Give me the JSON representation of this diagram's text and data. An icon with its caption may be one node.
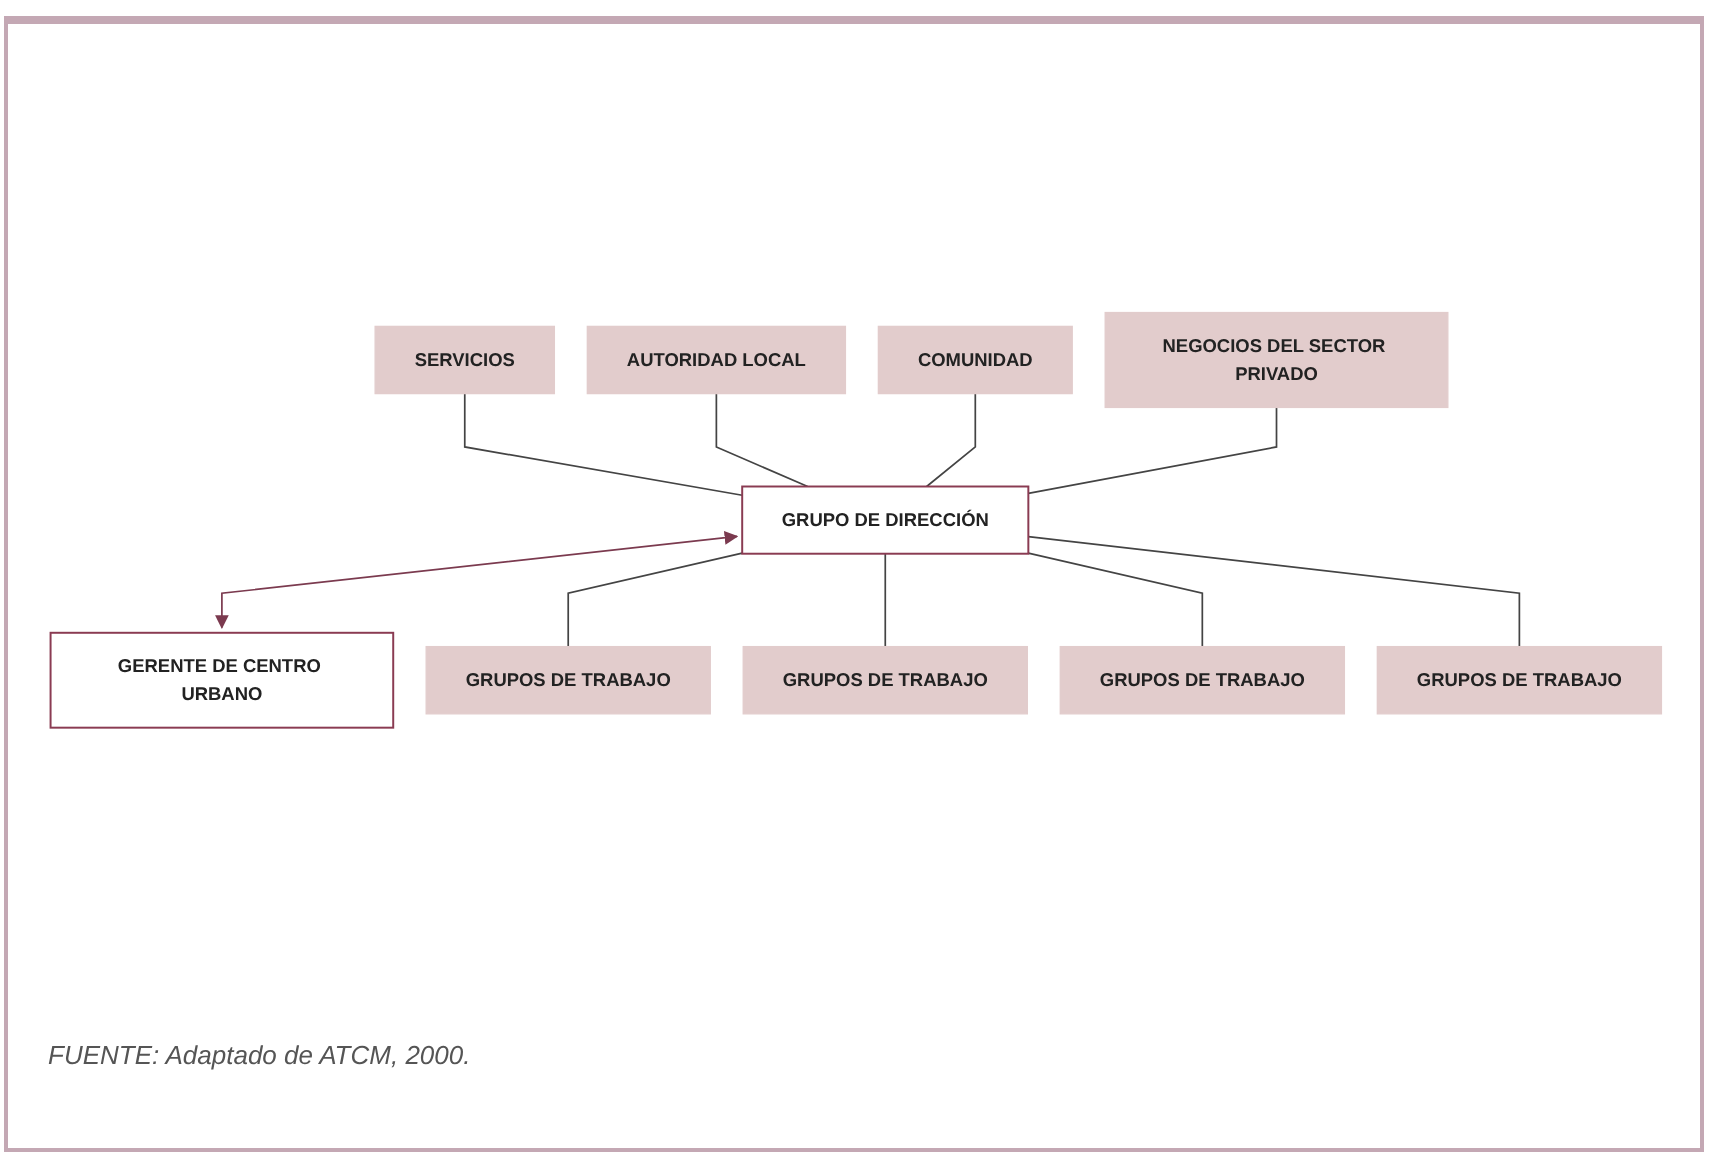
{
  "diagram": {
    "caption": "FUENTE: Adaptado de ATCM, 2000.",
    "nodes": [
      {
        "text": [
          "SERVICIOS"
        ]
      },
      {
        "text": [
          "AUTORIDAD LOCAL"
        ]
      },
      {
        "text": [
          "COMUNIDAD"
        ]
      },
      {
        "text": [
          "NEGOCIOS DEL SECTOR PRIVADO"
        ]
      },
      {
        "text": [
          "GRUPO DE DIRECCIÓN"
        ]
      },
      {
        "text": [
          "GERENTE DE CENTRO URBANO"
        ]
      },
      {
        "text": [
          "GRUPOS DE TRABAJO"
        ]
      },
      {
        "text": [
          "GRUPOS DE TRABAJO"
        ]
      },
      {
        "text": [
          "GRUPOS DE TRABAJO"
        ]
      },
      {
        "text": [
          "GRUPOS DE TRABAJO"
        ]
      }
    ],
    "edges": [
      {
        "from": 0,
        "to": 4,
        "arrow": "none"
      },
      {
        "from": 1,
        "to": 4,
        "arrow": "none"
      },
      {
        "from": 2,
        "to": 4,
        "arrow": "none"
      },
      {
        "from": 3,
        "to": 4,
        "arrow": "none"
      },
      {
        "from": 4,
        "to": 5,
        "arrow": "both",
        "color": "#7b3a4f"
      },
      {
        "from": 4,
        "to": 6,
        "arrow": "none"
      },
      {
        "from": 4,
        "to": 7,
        "arrow": "none"
      },
      {
        "from": 4,
        "to": 8,
        "arrow": "none"
      },
      {
        "from": 4,
        "to": 9,
        "arrow": "none"
      }
    ]
  }
}
